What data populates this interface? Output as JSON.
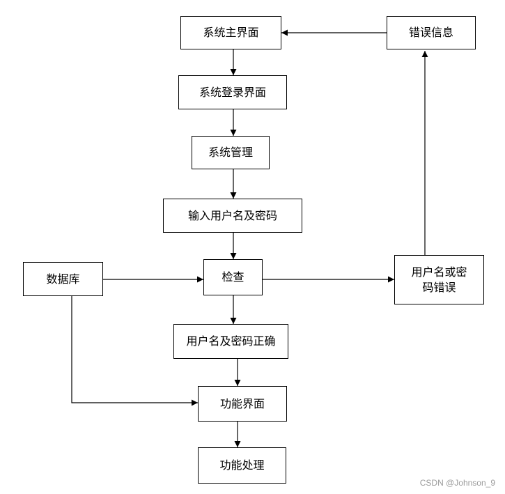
{
  "nodes": {
    "main_ui": "系统主界面",
    "error_info": "错误信息",
    "login_ui": "系统登录界面",
    "sys_manage": "系统管理",
    "input_credentials": "输入用户名及密码",
    "database": "数据库",
    "check": "检查",
    "credentials_wrong_line1": "用户名或密",
    "credentials_wrong_line2": "码错误",
    "credentials_correct": "用户名及密码正确",
    "function_ui": "功能界面",
    "function_process": "功能处理"
  },
  "watermark": "CSDN @Johnson_9"
}
